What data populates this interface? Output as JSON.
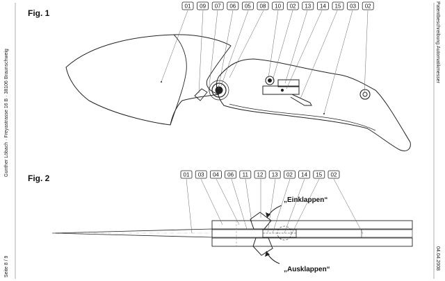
{
  "figures": [
    {
      "title": "Fig. 1",
      "callouts": [
        "01",
        "09",
        "07",
        "06",
        "05",
        "08",
        "10",
        "02",
        "13",
        "14",
        "15",
        "03",
        "02"
      ]
    },
    {
      "title": "Fig. 2",
      "callouts": [
        "01",
        "03",
        "04",
        "06",
        "11",
        "12",
        "13",
        "02",
        "14",
        "15",
        "02"
      ],
      "annotations": {
        "close": "„Einklappen“",
        "open": "„Ausklappen“"
      }
    }
  ],
  "margin": {
    "left_top": "Gunther Löbach · Freyastrasse 16 B · 38106 Braunschweig",
    "left_bottom": "Seite 8 / 9",
    "right_top": "Patentbeschreibung Automatikmesser",
    "right_bottom": "04.04.2008"
  }
}
